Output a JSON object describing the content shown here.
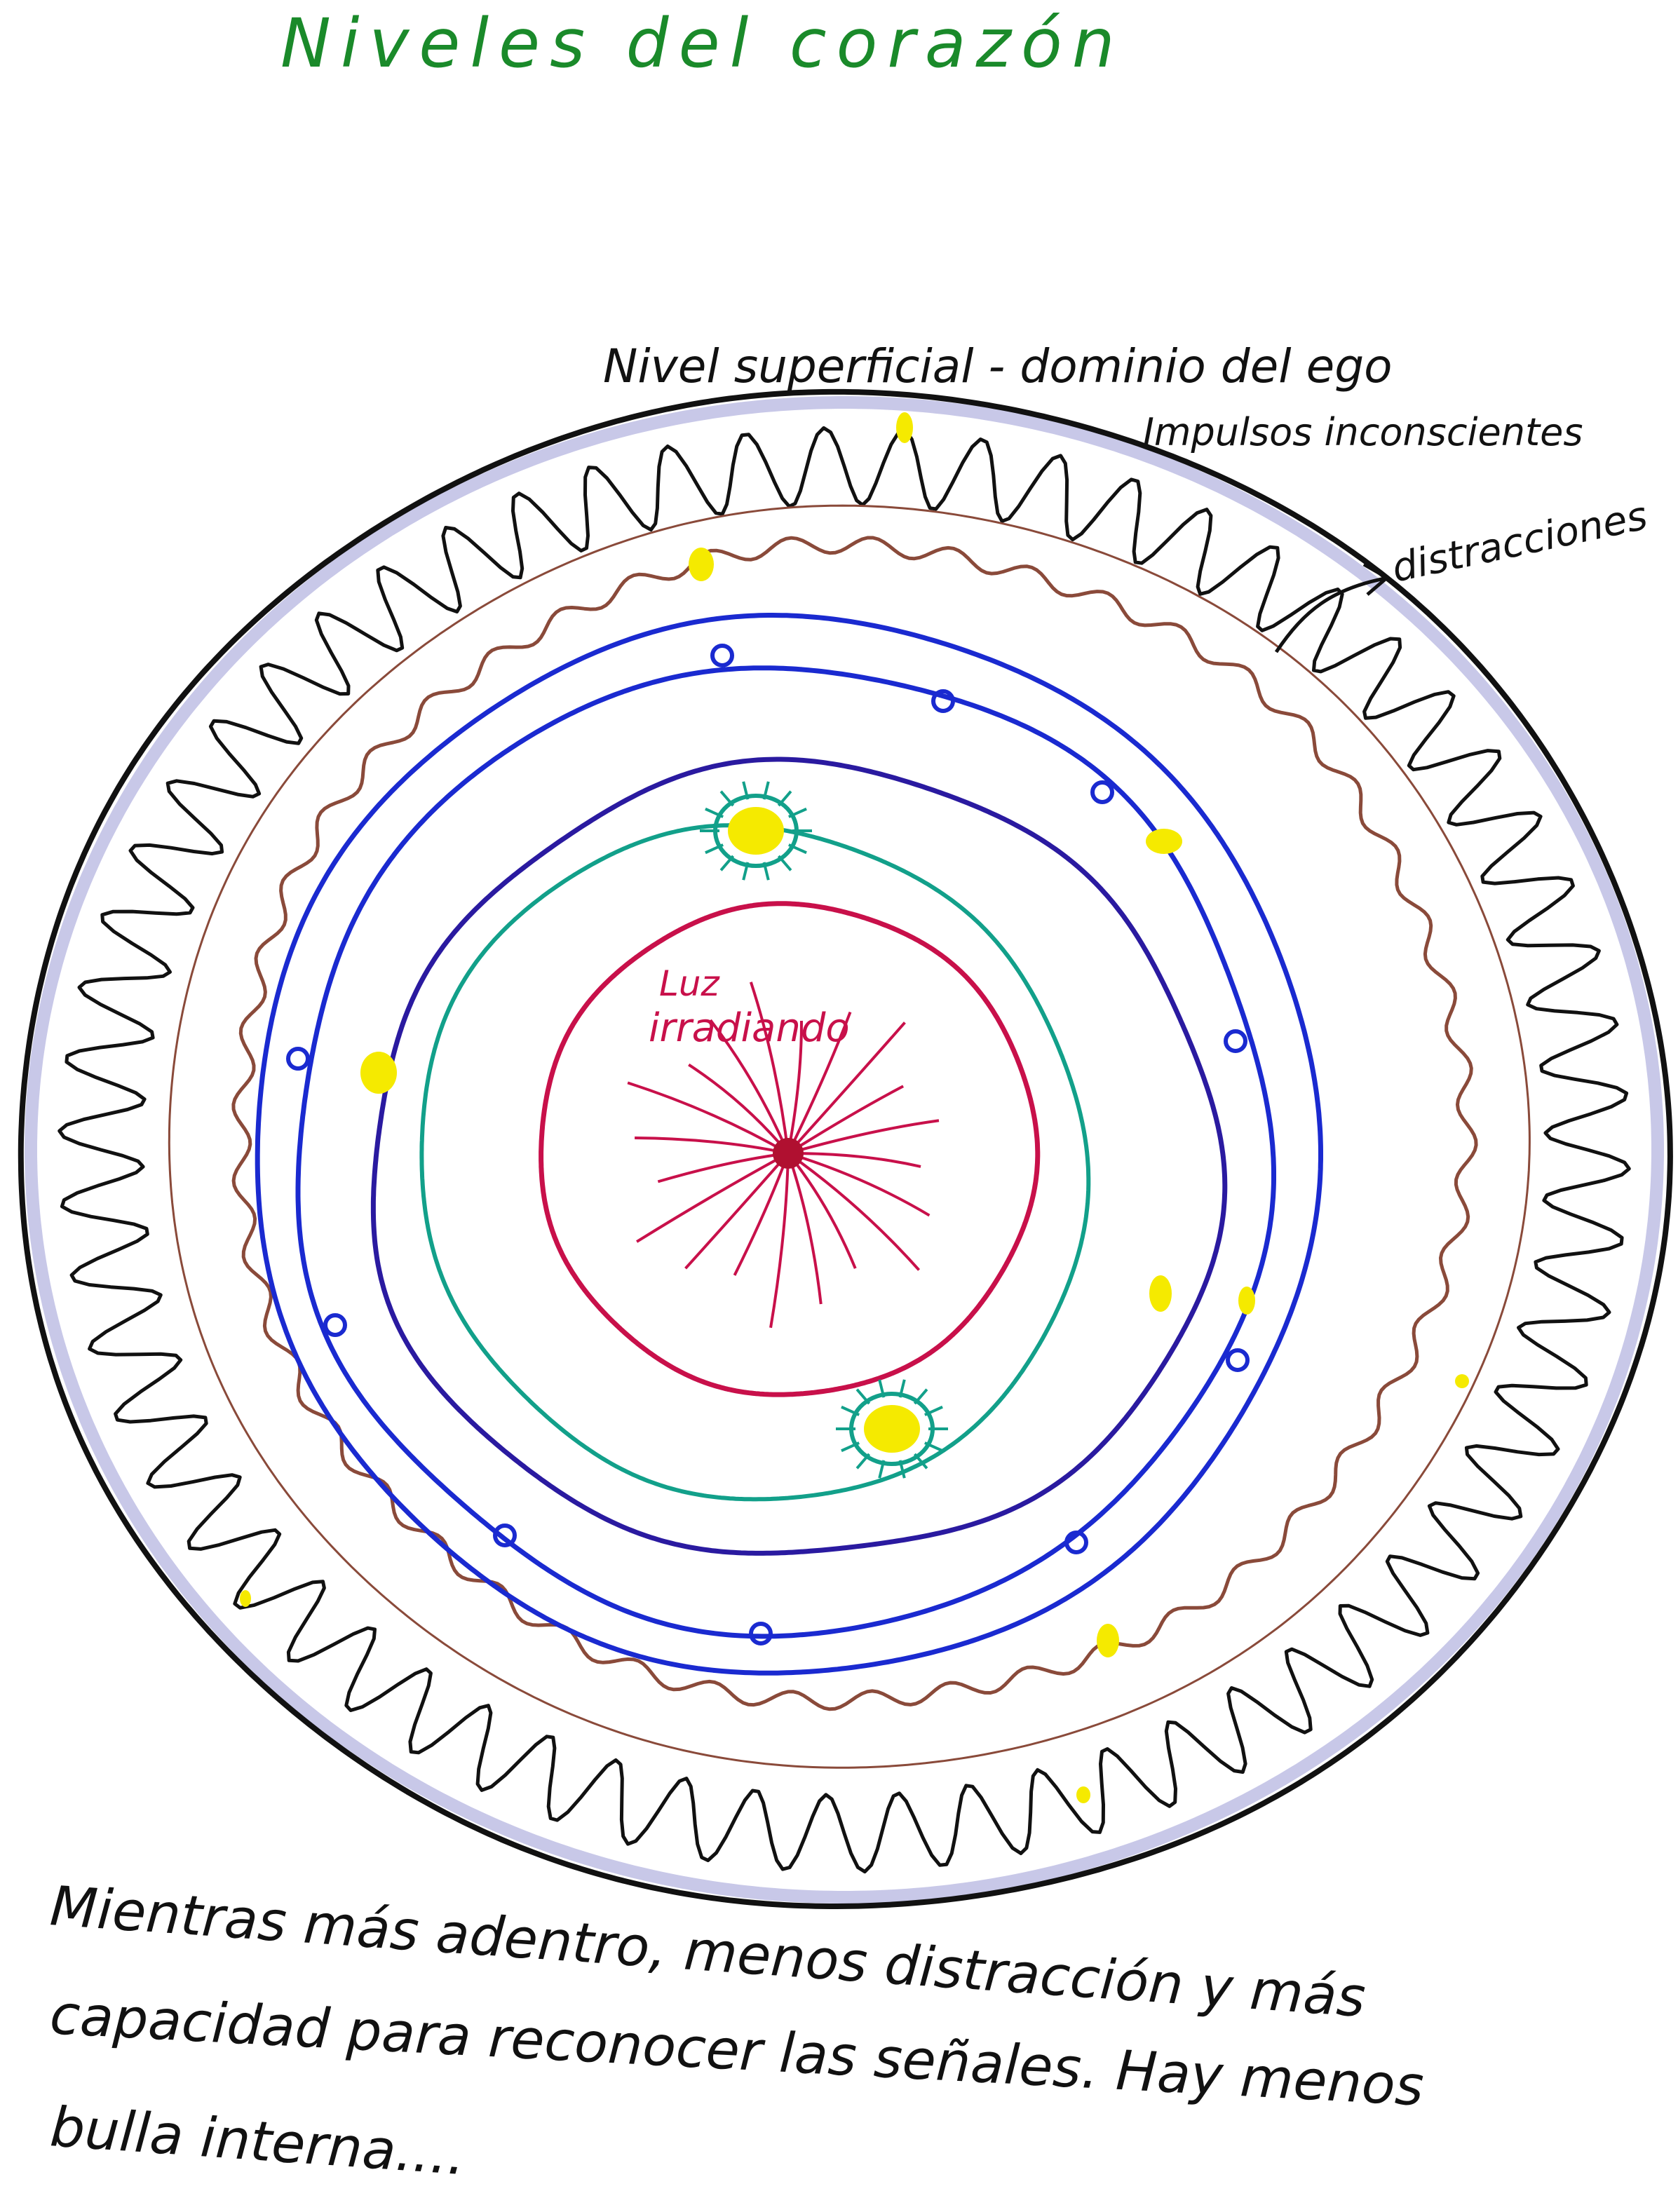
{
  "title": "Niveles del corazón",
  "labels": {
    "surface_level": "Nivel superficial - dominio del ego",
    "impulses": "Impulsos inconscientes",
    "distractions": "distracciones",
    "center": [
      "Luz",
      "irradiando"
    ]
  },
  "caption": {
    "lines": [
      "Mientras más adentro, menos distracción y más",
      "capacidad para reconocer las señales. Hay menos",
      "bulla interna...."
    ]
  },
  "colors": {
    "title": "#1a8a2a",
    "outer": "#111111",
    "brown": "#8a4a3a",
    "blue": "#1a2ad0",
    "indigo": "#2a1aa0",
    "teal": "#12a08a",
    "red": "#c8104a",
    "yellow": "#f5ea00"
  }
}
